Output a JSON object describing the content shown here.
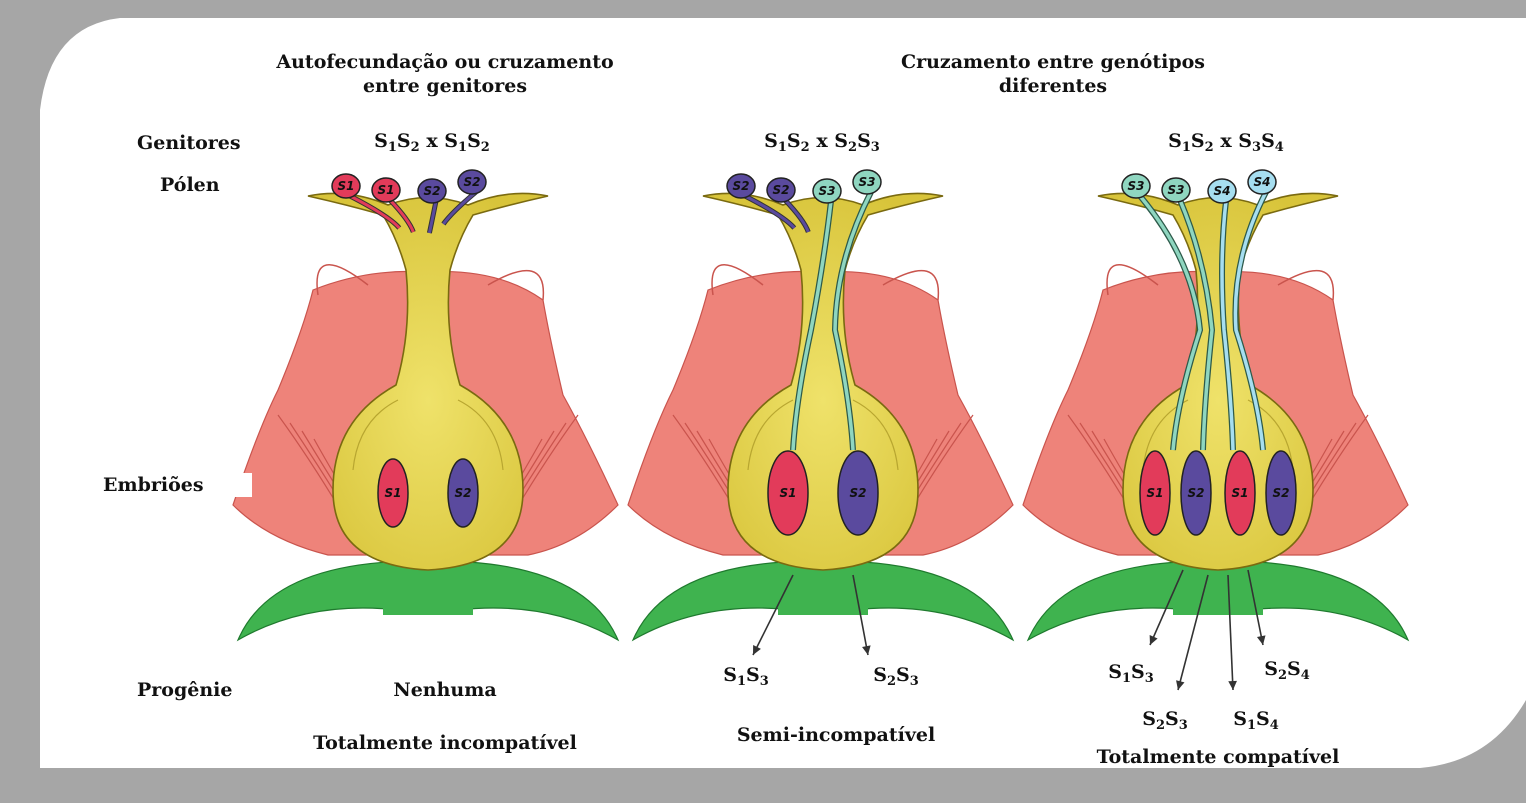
{
  "headers": {
    "left": [
      "Autofecundação ou cruzamento",
      "entre genitores"
    ],
    "right": [
      "Cruzamento entre genótipos",
      "diferentes"
    ]
  },
  "row_labels": {
    "genitores": "Genitores",
    "polen": "Pólen",
    "embrioes": "Embriões",
    "progenie": "Progênie"
  },
  "flowers": [
    {
      "cross": {
        "p1a": "S",
        "s1a": "1",
        "p1b": "S",
        "s1b": "2",
        "x": "x",
        "p2a": "S",
        "s2a": "1",
        "p2b": "S",
        "s2b": "2"
      },
      "pollen": [
        "S1",
        "S1",
        "S2",
        "S2"
      ],
      "embryos": [
        "S1",
        "S2"
      ],
      "progeny_text": "Nenhuma",
      "result": "Totalmente incompatível"
    },
    {
      "cross": {
        "p1a": "S",
        "s1a": "1",
        "p1b": "S",
        "s1b": "2",
        "x": "x",
        "p2a": "S",
        "s2a": "2",
        "p2b": "S",
        "s2b": "3"
      },
      "pollen": [
        "S2",
        "S2",
        "S3",
        "S3"
      ],
      "embryos": [
        "S1",
        "S2"
      ],
      "progeny": [
        {
          "a": "S",
          "as": "1",
          "b": "S",
          "bs": "3"
        },
        {
          "a": "S",
          "as": "2",
          "b": "S",
          "bs": "3"
        }
      ],
      "result": "Semi-incompatível"
    },
    {
      "cross": {
        "p1a": "S",
        "s1a": "1",
        "p1b": "S",
        "s1b": "2",
        "x": "x",
        "p2a": "S",
        "s2a": "3",
        "p2b": "S",
        "s2b": "4"
      },
      "pollen": [
        "S3",
        "S3",
        "S4",
        "S4"
      ],
      "embryos": [
        "S1",
        "S2",
        "S1",
        "S2"
      ],
      "progeny": [
        {
          "a": "S",
          "as": "1",
          "b": "S",
          "bs": "3"
        },
        {
          "a": "S",
          "as": "2",
          "b": "S",
          "bs": "4"
        },
        {
          "a": "S",
          "as": "2",
          "b": "S",
          "bs": "3"
        },
        {
          "a": "S",
          "as": "1",
          "b": "S",
          "bs": "4"
        }
      ],
      "result": "Totalmente compatível"
    }
  ],
  "colors": {
    "frame": "#a6a6a6",
    "petal": "#ee837a",
    "petal_dark": "#c9544d",
    "pistil": "#e6d64a",
    "leaf": "#3fb34f",
    "embryo_s1": "#e23b5a",
    "embryo_s2": "#5a4a9e",
    "pollen_teal": "#8fd6c0",
    "pollen_light": "#a6def0"
  }
}
